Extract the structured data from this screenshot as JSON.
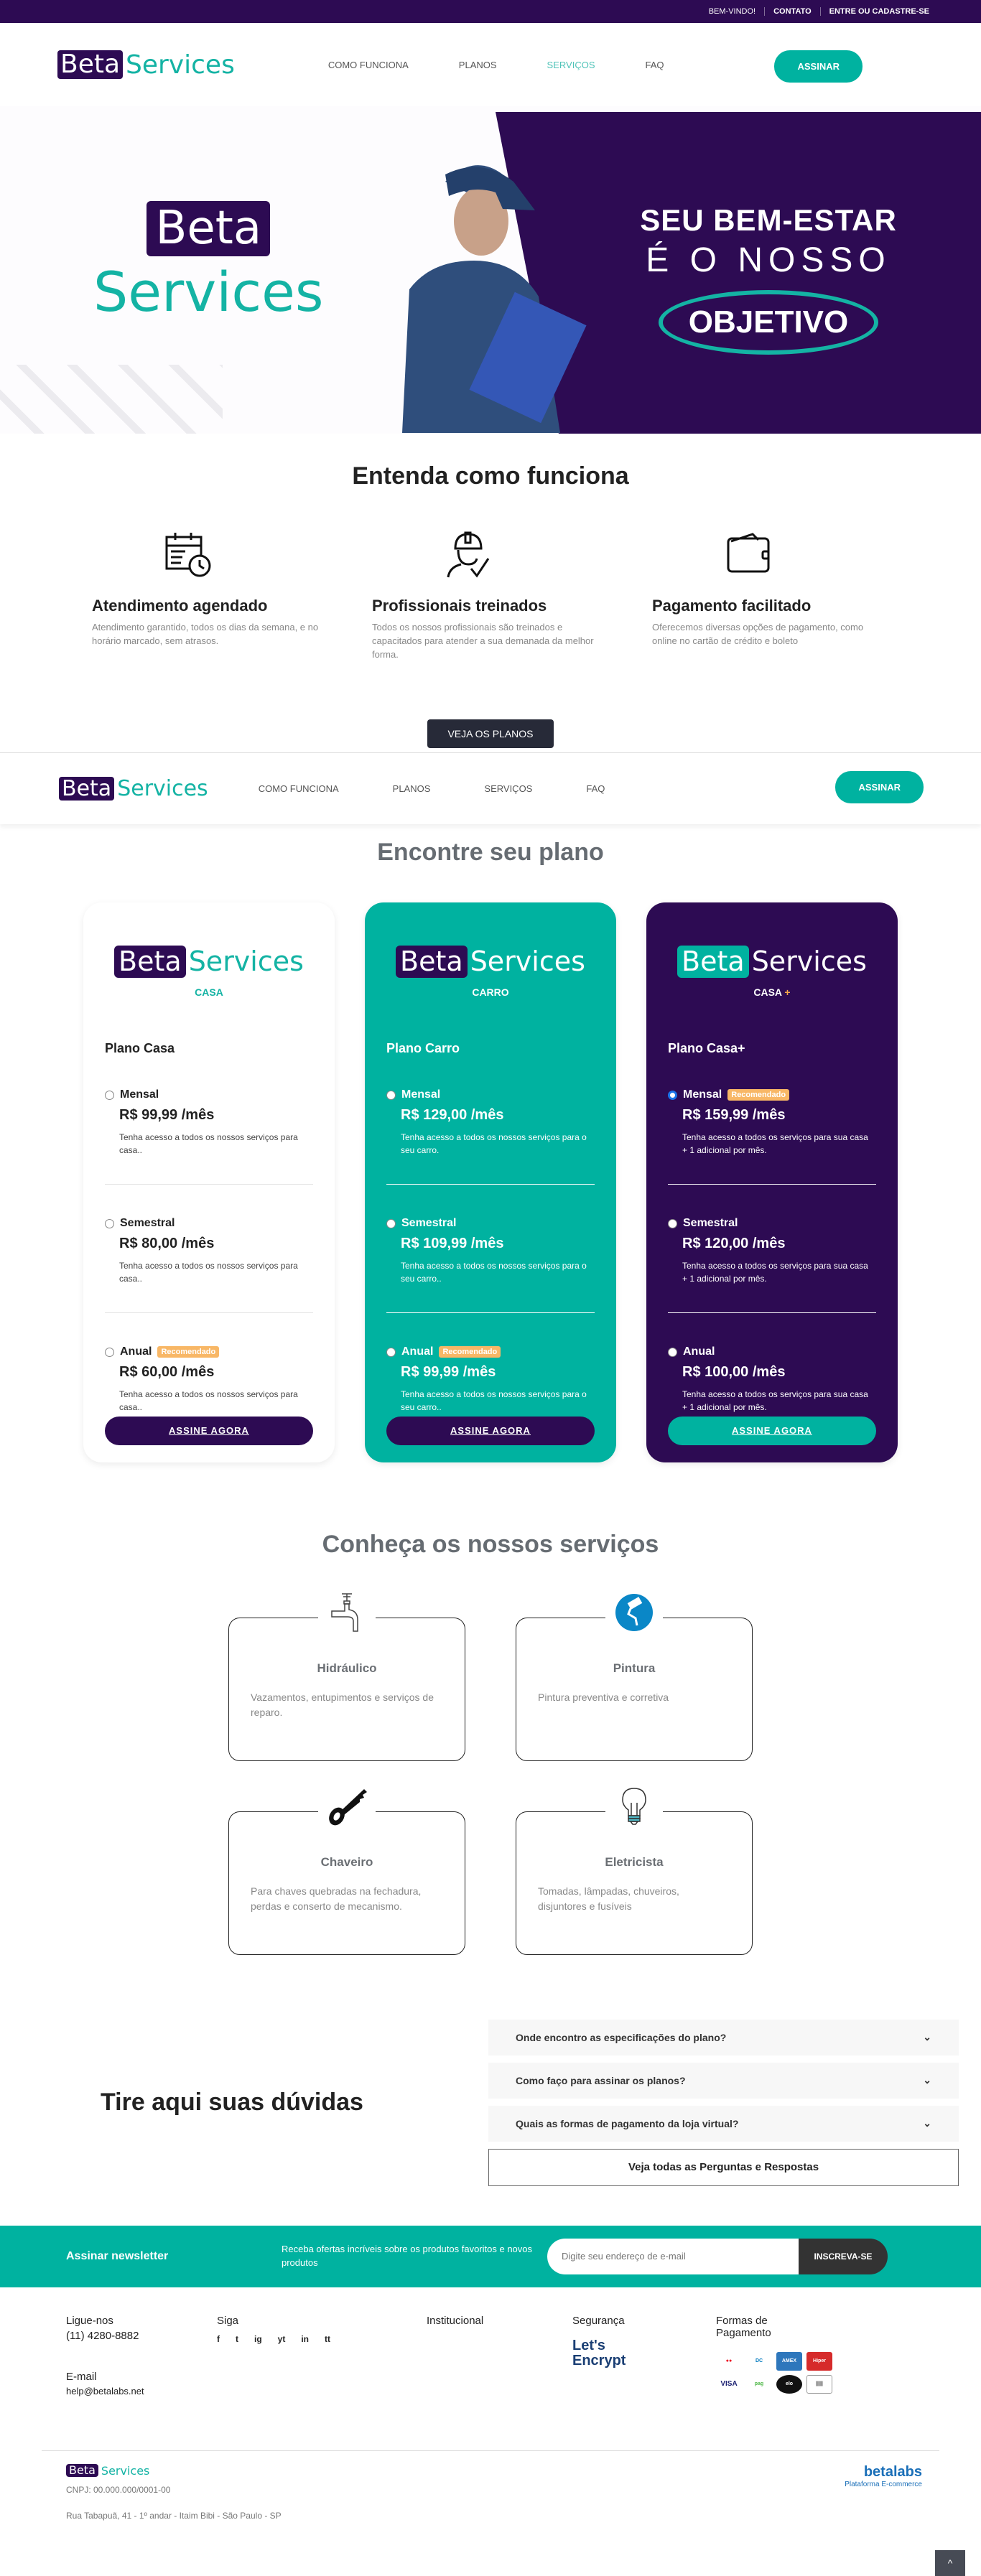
{
  "topbar": {
    "welcome": "BEM-VINDO!",
    "contact": "CONTATO",
    "login": "ENTRE OU CADASTRE-SE"
  },
  "header": {
    "logo": {
      "beta": "Beta",
      "services": "Services"
    },
    "nav": [
      "COMO FUNCIONA",
      "PLANOS",
      "SERVIÇOS",
      "FAQ"
    ],
    "active_nav": "SERVIÇOS",
    "cta": "ASSINAR"
  },
  "hero": {
    "logo": {
      "beta": "Beta",
      "services": "Services"
    },
    "line1": "SEU BEM-ESTAR",
    "line2": "É O NOSSO",
    "line3": "OBJETIVO"
  },
  "how": {
    "title": "Entenda como funciona",
    "items": [
      {
        "icon": "calendar-clock-icon",
        "title": "Atendimento agendado",
        "text": "Atendimento garantido, todos os dias da semana, e no horário marcado, sem atrasos."
      },
      {
        "icon": "worker-check-icon",
        "title": "Profissionais treinados",
        "text": "Todos os nossos profissionais são treinados e capacitados para atender a sua demanada da melhor forma."
      },
      {
        "icon": "wallet-icon",
        "title": "Pagamento facilitado",
        "text": "Oferecemos diversas opções de pagamento, como online no cartão de crédito e boleto"
      }
    ],
    "button": "VEJA OS PLANOS"
  },
  "sticky_nav": {
    "logo": {
      "beta": "Beta",
      "services": "Services"
    },
    "nav": [
      "COMO FUNCIONA",
      "PLANOS",
      "SERVIÇOS",
      "FAQ"
    ],
    "cta": "ASSINAR"
  },
  "plans": {
    "title": "Encontre seu plano",
    "items": [
      {
        "logo": {
          "beta": "Beta",
          "services": "Services"
        },
        "type": "CASA",
        "type_suffix": "",
        "name": "Plano Casa",
        "options": [
          {
            "label": "Mensal",
            "badge": "",
            "price": "R$ 99,99 /mês",
            "desc": "Tenha acesso a todos os nossos serviços para casa..",
            "selected": false
          },
          {
            "label": "Semestral",
            "badge": "",
            "price": "R$ 80,00 /mês",
            "desc": "Tenha acesso a todos os nossos serviços para casa..",
            "selected": false
          },
          {
            "label": "Anual",
            "badge": "Recomendado",
            "price": "R$ 60,00 /mês",
            "desc": "Tenha acesso a todos os nossos serviços para casa..",
            "selected": false
          }
        ],
        "button": "ASSINE AGORA"
      },
      {
        "logo": {
          "beta": "Beta",
          "services": "Services"
        },
        "type": "CARRO",
        "type_suffix": "",
        "name": "Plano Carro",
        "options": [
          {
            "label": "Mensal",
            "badge": "",
            "price": "R$ 129,00 /mês",
            "desc": "Tenha acesso a todos os nossos serviços para o seu carro.",
            "selected": false
          },
          {
            "label": "Semestral",
            "badge": "",
            "price": "R$ 109,99 /mês",
            "desc": "Tenha acesso a todos os nossos serviços para o seu carro..",
            "selected": false
          },
          {
            "label": "Anual",
            "badge": "Recomendado",
            "price": "R$ 99,99 /mês",
            "desc": "Tenha acesso a todos os nossos serviços para o seu carro..",
            "selected": false
          }
        ],
        "button": "ASSINE AGORA"
      },
      {
        "logo": {
          "beta": "Beta",
          "services": "Services"
        },
        "type": "CASA",
        "type_suffix": "+",
        "name": "Plano Casa+",
        "options": [
          {
            "label": "Mensal",
            "badge": "Recomendado",
            "price": "R$ 159,99 /mês",
            "desc": "Tenha acesso a todos os serviços para sua casa + 1 adicional por mês.",
            "selected": true
          },
          {
            "label": "Semestral",
            "badge": "",
            "price": "R$ 120,00 /mês",
            "desc": "Tenha acesso a todos os serviços para sua casa + 1 adicional por mês.",
            "selected": false
          },
          {
            "label": "Anual",
            "badge": "",
            "price": "R$ 100,00 /mês",
            "desc": "Tenha acesso a todos os serviços para sua casa + 1 adicional por mês.",
            "selected": false
          }
        ],
        "button": "ASSINE AGORA"
      }
    ]
  },
  "services": {
    "title": "Conheça os nossos serviços",
    "items": [
      {
        "icon": "faucet-icon",
        "title": "Hidráulico",
        "text": "Vazamentos, entupimentos e serviços de reparo."
      },
      {
        "icon": "paint-roller-icon",
        "title": "Pintura",
        "text": "Pintura preventiva e corretiva"
      },
      {
        "icon": "key-icon",
        "title": "Chaveiro",
        "text": "Para chaves quebradas na fechadura, perdas e conserto de mecanismo."
      },
      {
        "icon": "lightbulb-icon",
        "title": "Eletricista",
        "text": "Tomadas, lâmpadas, chuveiros, disjuntores e fusíveis"
      }
    ]
  },
  "faq": {
    "title": "Tire aqui suas dúvidas",
    "items": [
      "Onde encontro as especificações do plano?",
      "Como faço para assinar os planos?",
      "Quais as formas de pagamento da loja virtual?"
    ],
    "all_button": "Veja todas as Perguntas e Respostas"
  },
  "newsletter": {
    "title": "Assinar newsletter",
    "desc": "Receba ofertas incríveis sobre os produtos favoritos e novos produtos",
    "placeholder": "Digite seu endereço de e-mail",
    "button": "INSCREVA-SE"
  },
  "footer": {
    "call_label": "Ligue-nos",
    "phone": "(11) 4280-8882",
    "email_label": "E-mail",
    "email": "help@betalabs.net",
    "follow_label": "Siga",
    "social": [
      "f",
      "t",
      "ig",
      "yt",
      "in",
      "tt"
    ],
    "institutional_label": "Institucional",
    "security_label": "Segurança",
    "security_logo": {
      "line1": "Let's",
      "line2": "Encrypt"
    },
    "payment_label": "Formas de Pagamento",
    "payment_methods": [
      "mastercard",
      "Diners Club",
      "American Express",
      "Hipercard",
      "VISA",
      "pag seguro",
      "elo",
      "Boleto Bancário"
    ],
    "logo": {
      "beta": "Beta",
      "services": "Services"
    },
    "cnpj": "CNPJ: 00.000.000/0001-00",
    "address": "Rua Tabapuã, 41 - 1º andar - Itaim Bibi - São Paulo - SP",
    "platform": {
      "name": "betalabs",
      "tagline": "Plataforma E-commerce"
    },
    "back_to_top": "^"
  },
  "colors": {
    "purple": "#2d0b53",
    "teal": "#00b2a0",
    "badge": "#f8b766",
    "dark_button": "#272a38"
  }
}
